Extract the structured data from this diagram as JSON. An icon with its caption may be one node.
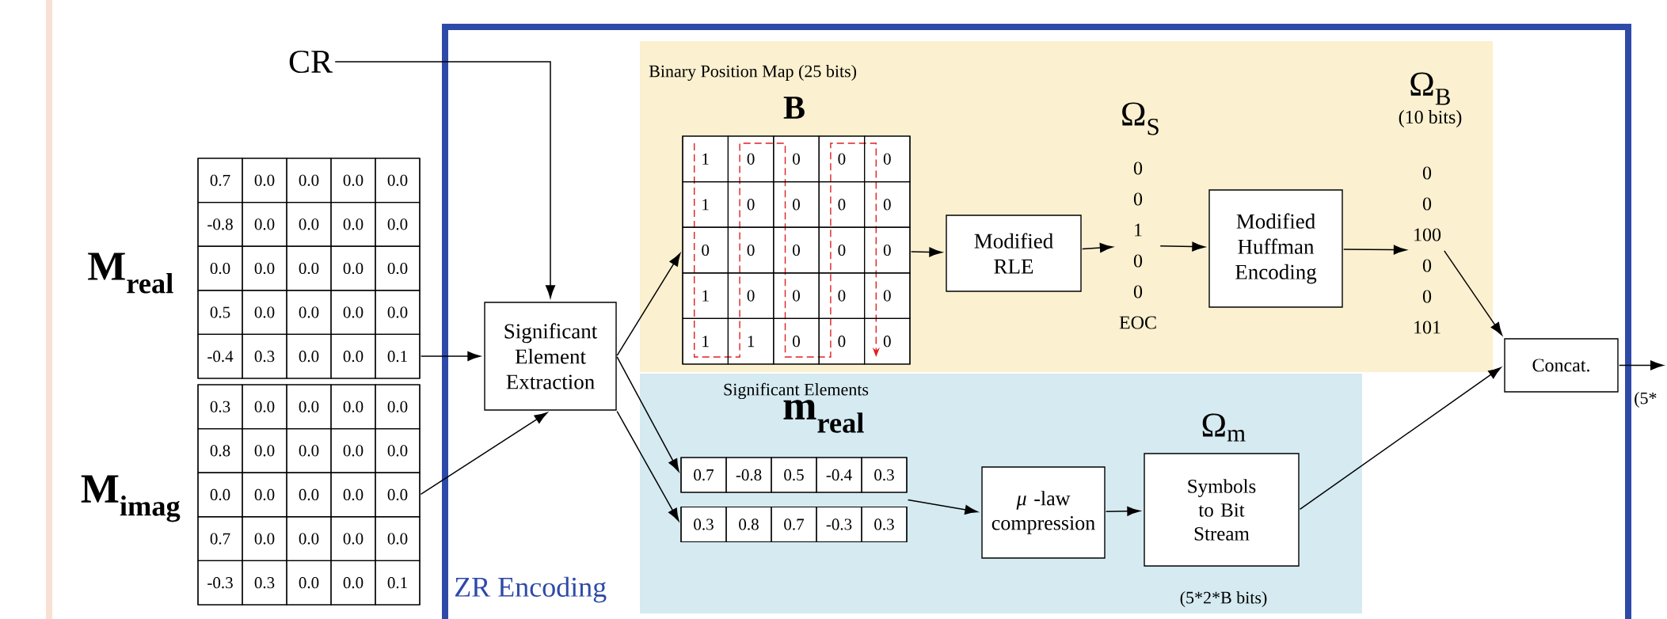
{
  "diagram": {
    "nodes": [
      {
        "text": [
          "CR"
        ]
      },
      {
        "text": [
          "M$_{real}$"
        ]
      },
      {
        "text": [
          "M$_{imag}$"
        ]
      },
      {
        "text": [
          "ZR Encoding"
        ]
      },
      {
        "text": [
          "Binary Position Map (25 bits)"
        ],
        "in": 3
      },
      {
        "text": [
          "Significant Elements"
        ],
        "in": 3
      },
      {
        "text": [
          "Significant Element Extraction"
        ],
        "in": 3
      },
      {
        "text": [
          "B"
        ],
        "in": 4
      },
      {
        "text": [
          "Modified RLE"
        ],
        "in": 4
      },
      {
        "text": [
          "Ω$_{S}$",
          "0",
          "0",
          "1",
          "0",
          "0",
          "EOC"
        ],
        "in": 4
      },
      {
        "text": [
          "Modified Huffman Encoding"
        ],
        "in": 4
      },
      {
        "text": [
          "Ω$_{B}$",
          "(10 bits)",
          "0",
          "0",
          "100",
          "0",
          "0",
          "101"
        ],
        "in": 4
      },
      {
        "text": [
          "Concat."
        ],
        "in": 3
      },
      {
        "text": [
          "m$_{real}$"
        ],
        "in": 5
      },
      {
        "text": [],
        "shape": "box",
        "in": 5
      },
      {
        "text": [
          "*μ* -law compression"
        ],
        "in": 5
      },
      {
        "text": [
          "Ω$_{m}$",
          "Symbols to Bit Stream"
        ],
        "beside": [
          "(5*2*B bits)"
        ],
        "in": 5
      }
    ],
    "edges": [
      {
        "from": 0,
        "to": 6,
        "arrow": "to"
      },
      {
        "from": 1,
        "to": 6,
        "arrow": "to"
      },
      {
        "from": 2,
        "to": 6,
        "arrow": "to"
      },
      {
        "from": 6,
        "to": 7,
        "arrow": "to"
      },
      {
        "from": 6,
        "to": 13,
        "arrow": "to"
      },
      {
        "from": 6,
        "to": 14,
        "arrow": "to"
      },
      {
        "from": 7,
        "to": 8,
        "arrow": "to"
      },
      {
        "from": 8,
        "to": 9,
        "arrow": "to"
      },
      {
        "from": 9,
        "to": 10,
        "arrow": "to"
      },
      {
        "from": 10,
        "to": 11,
        "arrow": "to"
      },
      {
        "from": 11,
        "to": 12,
        "arrow": "to"
      },
      {
        "from": 16,
        "to": 12,
        "arrow": "to"
      },
      {
        "from": 13,
        "to": 15,
        "arrow": "to"
      },
      {
        "from": 14,
        "to": 15,
        "arrow": "to"
      },
      {
        "from": 15,
        "to": 16,
        "arrow": "to"
      },
      {
        "from": 12,
        "to": null,
        "arrow": "to",
        "label": "(5*"
      }
    ],
    "labels": [
      "0.7",
      "0.0",
      "0.0",
      "0.0",
      "0.0",
      "-0.8",
      "0.0",
      "0.0",
      "0.0",
      "0.0",
      "0.0",
      "0.0",
      "0.0",
      "0.0",
      "0.0",
      "0.5",
      "0.0",
      "0.0",
      "0.0",
      "0.0",
      "-0.4",
      "0.3",
      "0.0",
      "0.0",
      "0.1",
      "0.3",
      "0.0",
      "0.0",
      "0.0",
      "0.0",
      "0.8",
      "0.0",
      "0.0",
      "0.0",
      "0.0",
      "0.0",
      "0.0",
      "0.0",
      "0.0",
      "0.0",
      "0.7",
      "0.0",
      "0.0",
      "0.0",
      "0.0",
      "-0.3",
      "0.3",
      "0.0",
      "0.0",
      "0.1",
      "1",
      "0",
      "0",
      "0",
      "0",
      "1",
      "0",
      "0",
      "0",
      "0",
      "0",
      "0",
      "0",
      "0",
      "0",
      "1",
      "0",
      "0",
      "0",
      "0",
      "1",
      "1",
      "0",
      "0",
      "0",
      "0.7",
      "-0.8",
      "0.5",
      "-0.4",
      "0.3",
      "0.3",
      "0.8",
      "0.7",
      "-0.3",
      "0.3"
    ]
  }
}
